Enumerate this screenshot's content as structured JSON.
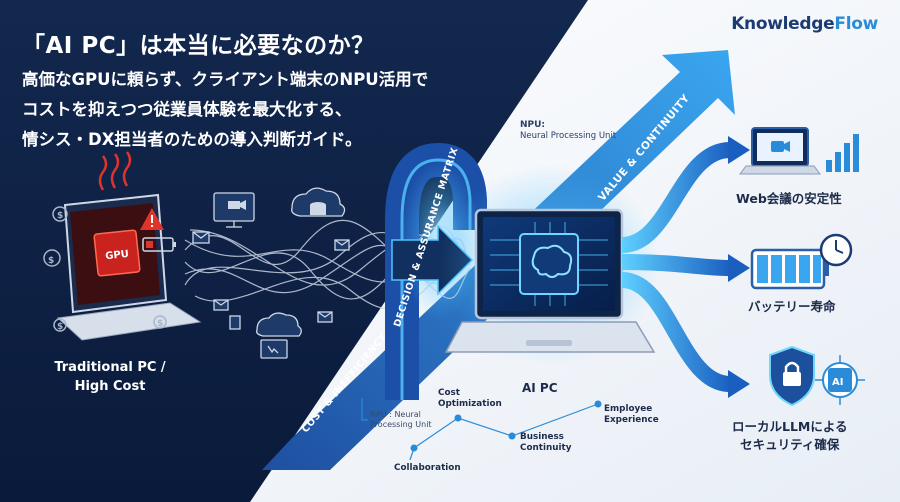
{
  "brand": {
    "name_part1": "Knowledge",
    "name_part2": "Flow"
  },
  "header": {
    "title": "「AI PC」は本当に必要なのか？",
    "subtitle_lines": [
      "高価なGPUに頼らず、クライアント端末のNPU活用で",
      "コストを抑えつつ従業員体験を最大化する、",
      "情シス・DX担当者のための導入判断ガイド。"
    ]
  },
  "left": {
    "label_line1": "Traditional PC /",
    "label_line2": "High Cost",
    "chip_text": "GPU"
  },
  "center": {
    "npu_title": "NPU:",
    "npu_desc": "Neural Processing Unit",
    "aipc_label": "AI PC",
    "matrix_label": "DECISION & ASSURANCE MATRIX"
  },
  "arrows": {
    "value_label": "VALUE & CONTINUITY",
    "cost_label": "COST & INEFFICIENCY"
  },
  "benefits": [
    {
      "label": "Web会議の安定性"
    },
    {
      "label": "バッテリー寿命"
    },
    {
      "label_line1": "ローカルLLMによる",
      "label_line2": "セキュリティ確保",
      "badge": "AI"
    }
  ],
  "network": {
    "npu_line1": "NPU : Neural",
    "npu_line2": "Processing Unit",
    "cost_line1": "Cost",
    "cost_line2": "Optimization",
    "business_line1": "Business",
    "business_line2": "Continuity",
    "employee_line1": "Employee",
    "employee_line2": "Experience",
    "collaboration": "Collaboration"
  },
  "colors": {
    "navy": "#0e2146",
    "blue_accent": "#2a8bd8",
    "glow": "#4fc3ff",
    "warning_red": "#e0332b"
  }
}
